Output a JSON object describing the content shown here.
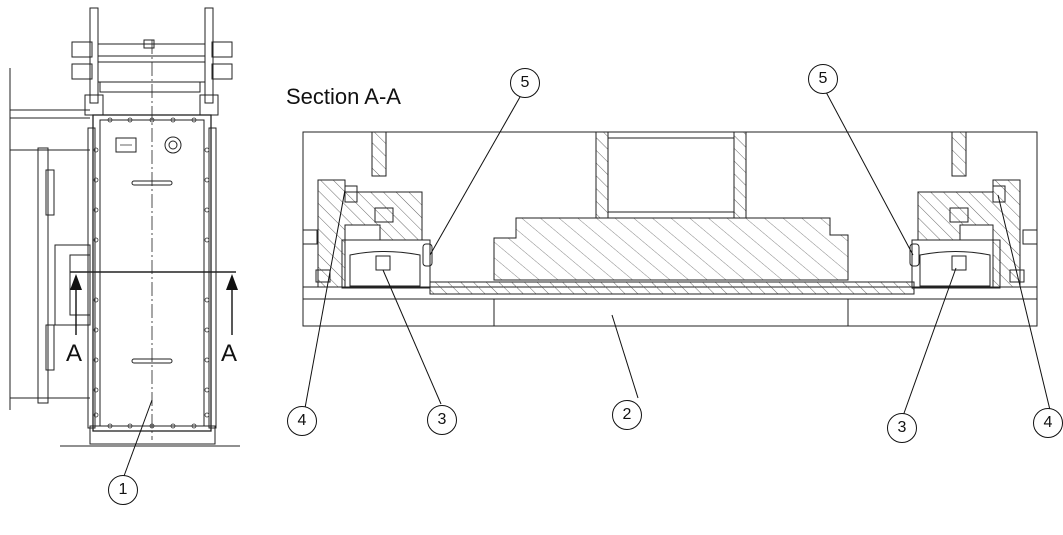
{
  "section_title": "Section A-A",
  "section_marks": [
    "A",
    "A"
  ],
  "callouts": {
    "c1": "1",
    "c2": "2",
    "c3_left": "3",
    "c3_right": "3",
    "c4_left": "4",
    "c4_right": "4",
    "c5_left": "5",
    "c5_right": "5"
  }
}
